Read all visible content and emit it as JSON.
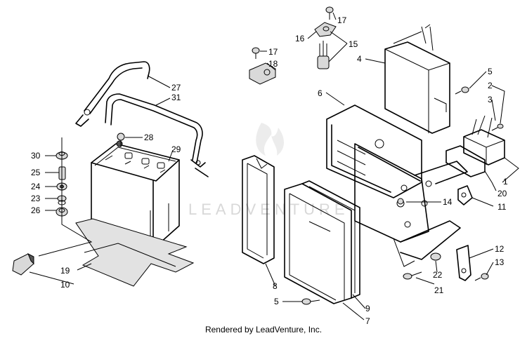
{
  "callouts": {
    "c1": "1",
    "c2": "2",
    "c3": "3",
    "c4": "4",
    "c5a": "5",
    "c5b": "5",
    "c6": "6",
    "c7": "7",
    "c8": "8",
    "c9": "9",
    "c10": "10",
    "c11": "11",
    "c12": "12",
    "c13": "13",
    "c14": "14",
    "c15": "15",
    "c16": "16",
    "c17a": "17",
    "c17b": "17",
    "c18": "18",
    "c19": "19",
    "c20": "20",
    "c21": "21",
    "c22": "22",
    "c23": "23",
    "c24": "24",
    "c25": "25",
    "c26": "26",
    "c27": "27",
    "c28": "28",
    "c29": "29",
    "c30": "30",
    "c31": "31"
  },
  "watermark": "LEADVENTURE",
  "footer": "Rendered by LeadVenture, Inc."
}
